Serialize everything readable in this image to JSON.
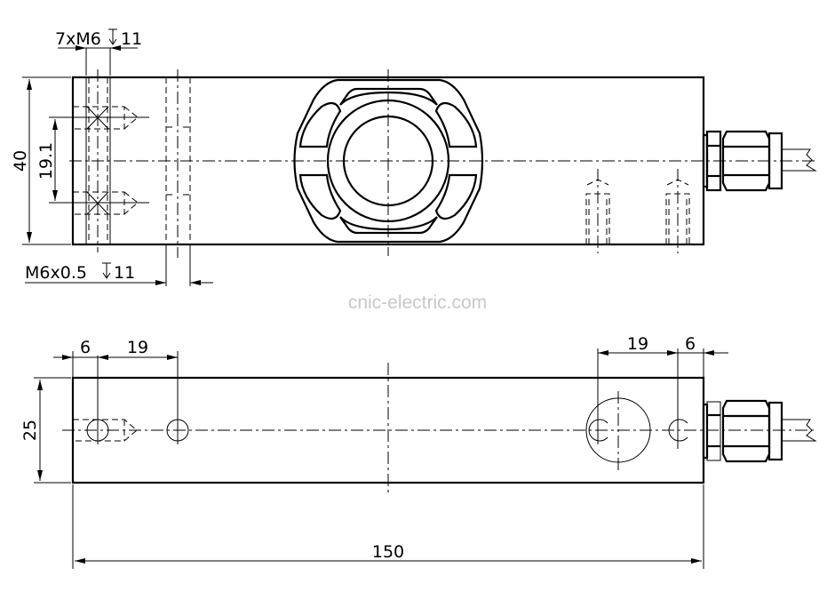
{
  "top_view": {
    "thread_callout": {
      "label": "7xM6",
      "depth": "11"
    },
    "height_dim": "40",
    "hole_spacing_dim": "19.1",
    "fine_thread_callout": {
      "label": "M6x0.5",
      "depth": "11"
    }
  },
  "watermark": "cnic-electric.com",
  "bottom_view": {
    "left_edge_dim": "6",
    "left_spacing_dim": "19",
    "right_spacing_dim": "19",
    "right_edge_dim": "6",
    "height_dim": "25",
    "length_dim": "150"
  }
}
